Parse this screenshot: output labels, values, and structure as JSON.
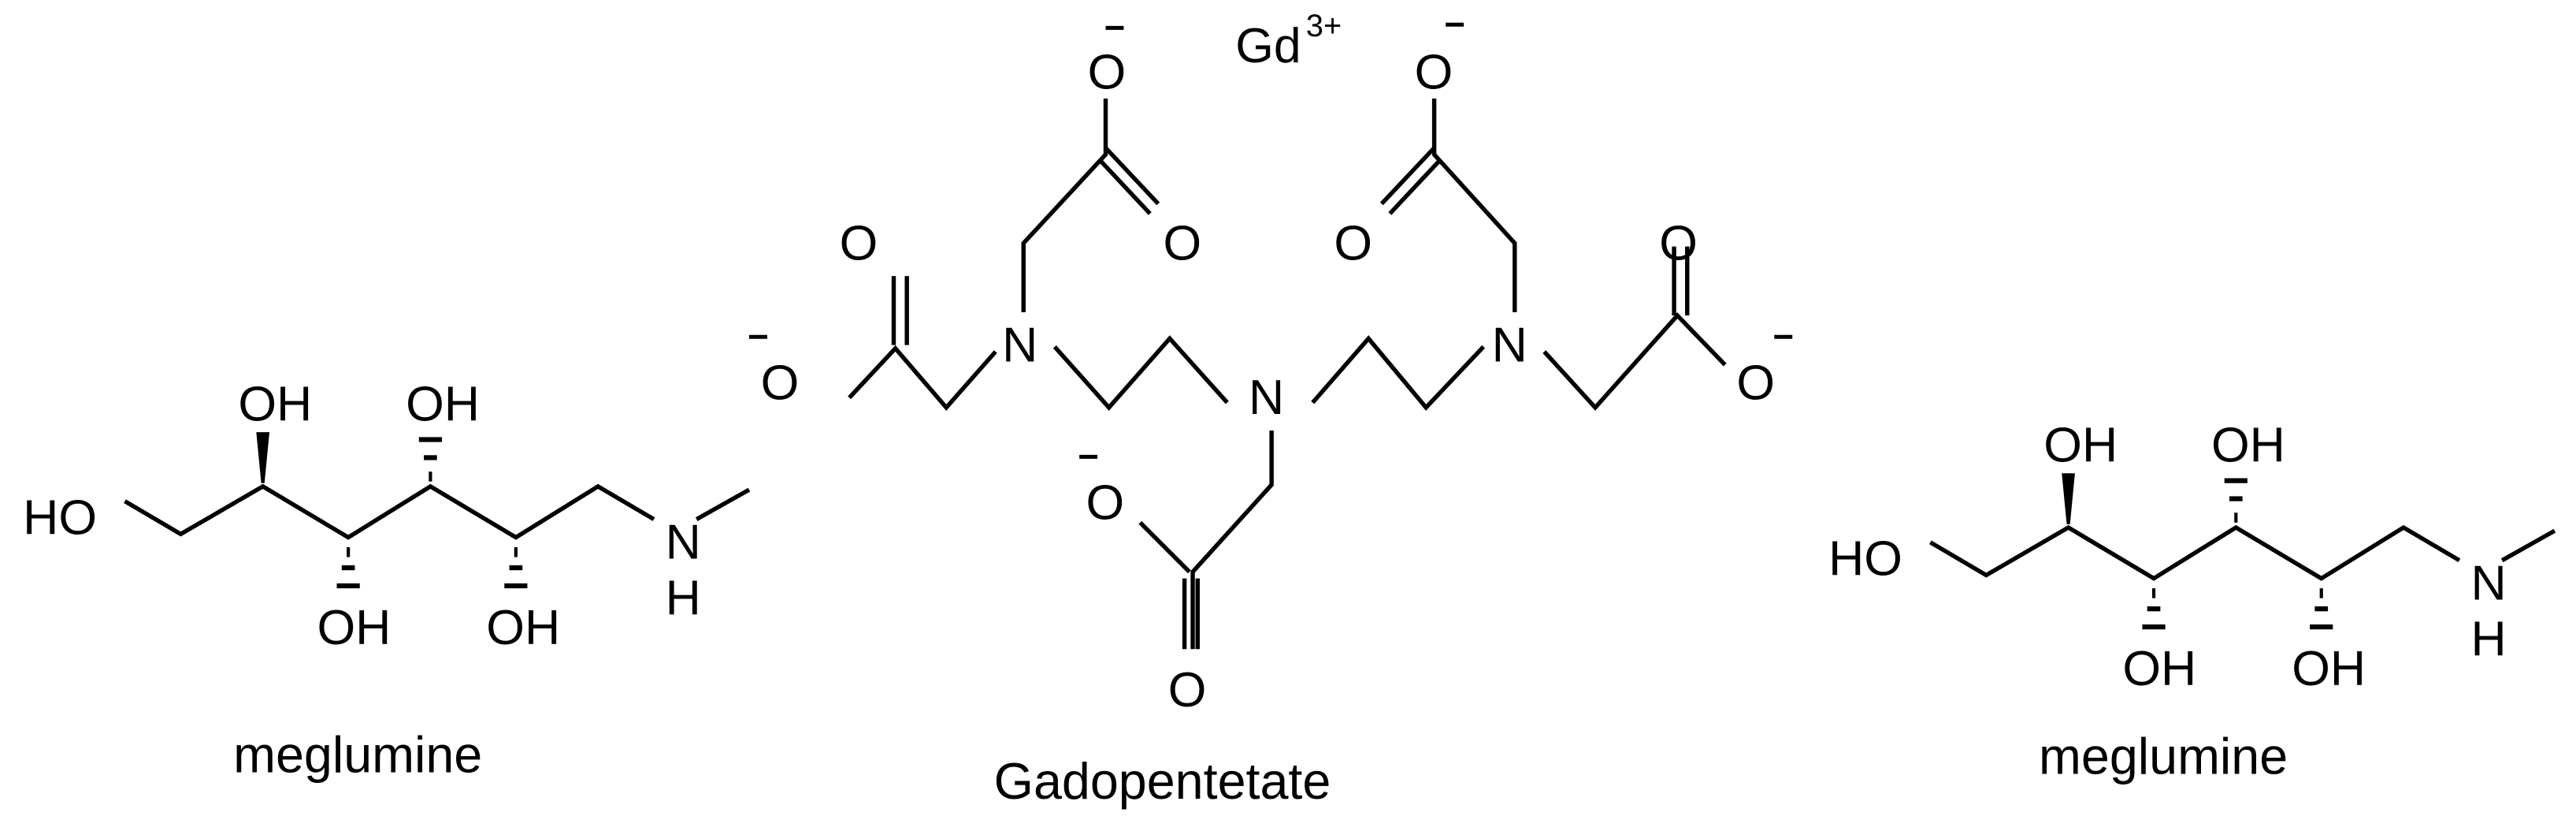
{
  "figure": {
    "background": "#ffffff",
    "ink_color": "#000000"
  },
  "molecules": [
    {
      "id": "meglumine-left",
      "caption": "meglumine",
      "atoms": {
        "ho": "HO",
        "oh_wedge": "OH",
        "oh_hash_up": "OH",
        "oh_hash_down1": "OH",
        "oh_hash_down2": "OH",
        "n": "N",
        "h": "H"
      }
    },
    {
      "id": "gadopentetate",
      "caption": "Gadopentetate",
      "metal": "Gd",
      "metal_charge": "3+",
      "atoms": {
        "n1": "N",
        "n2": "N",
        "n3": "N",
        "o": "O",
        "charge_minus": "−"
      }
    },
    {
      "id": "meglumine-right",
      "caption": "meglumine",
      "atoms": {
        "ho": "HO",
        "oh_wedge": "OH",
        "oh_hash_up": "OH",
        "oh_hash_down1": "OH",
        "oh_hash_down2": "OH",
        "n": "N",
        "h": "H"
      }
    }
  ]
}
